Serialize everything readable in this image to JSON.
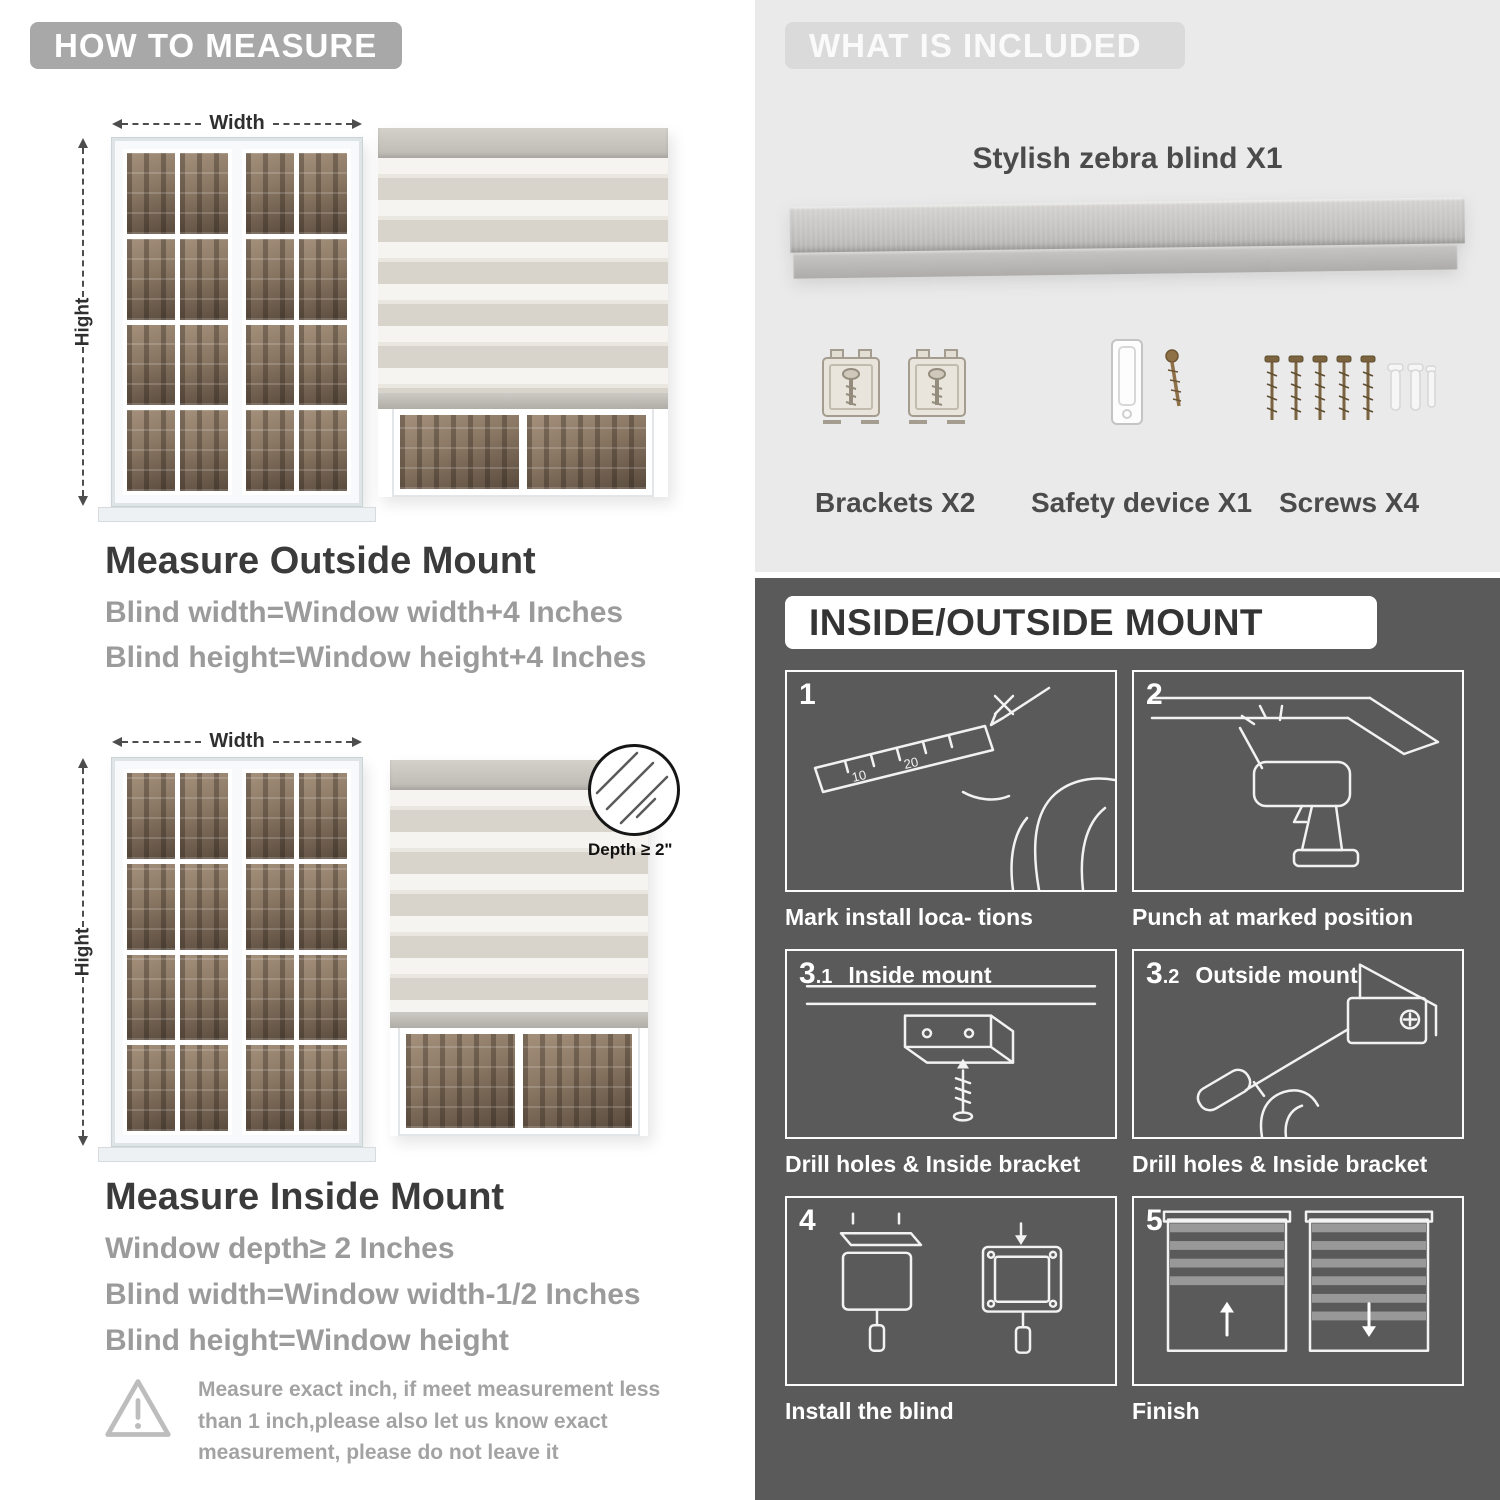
{
  "measure": {
    "header": "HOW TO MEASURE",
    "width_label": "Width",
    "height_label": "Hight",
    "outside": {
      "title": "Measure Outside Mount",
      "line1": "Blind width=Window width+4 Inches",
      "line2": "Blind height=Window height+4 Inches"
    },
    "inside": {
      "title": "Measure Inside Mount",
      "depth_callout": "Depth ≥ 2\"",
      "line1": "Window depth≥ 2 Inches",
      "line2": "Blind width=Window width-1/2 Inches",
      "line3": "Blind height=Window height"
    },
    "warning": "Measure exact inch, if meet measurement less than 1 inch,please also let us know exact measurement, please do not leave it"
  },
  "included": {
    "header": "WHAT IS INCLUDED",
    "product_label": "Stylish zebra blind X1",
    "items": [
      {
        "label": "Brackets X2"
      },
      {
        "label": "Safety device X1"
      },
      {
        "label": "Screws X4"
      }
    ]
  },
  "mount": {
    "header": "INSIDE/OUTSIDE MOUNT",
    "steps": [
      {
        "num": "1",
        "sub": "",
        "tag": "",
        "caption": "Mark install loca- tions"
      },
      {
        "num": "2",
        "sub": "",
        "tag": "",
        "caption": "Punch at  marked position"
      },
      {
        "num": "3",
        "sub": ".1",
        "tag": "Inside mount",
        "caption": "Drill holes &  Inside bracket"
      },
      {
        "num": "3",
        "sub": ".2",
        "tag": "Outside mount",
        "caption": "Drill holes &  Inside bracket"
      },
      {
        "num": "4",
        "sub": "",
        "tag": "",
        "caption": "Install the blind"
      },
      {
        "num": "5",
        "sub": "",
        "tag": "",
        "caption": "Finish"
      }
    ]
  },
  "colors": {
    "accent_gray": "#a8a8a8",
    "panel_light": "#eaeaea",
    "panel_dark": "#5a5a5a"
  }
}
